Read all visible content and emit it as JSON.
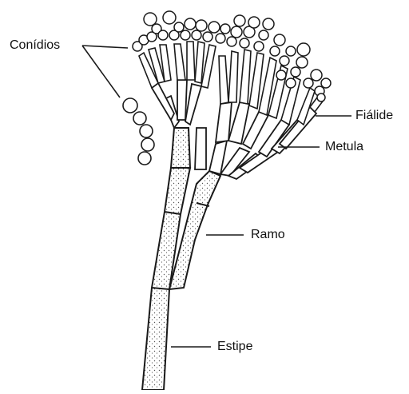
{
  "labels": {
    "conidios": "Conídios",
    "fialide": "Fiálide",
    "metula": "Metula",
    "ramo": "Ramo",
    "estipe": "Estipe"
  },
  "colors": {
    "ink": "#1a1a1a",
    "background": "#ffffff",
    "stipple": "#555555"
  }
}
